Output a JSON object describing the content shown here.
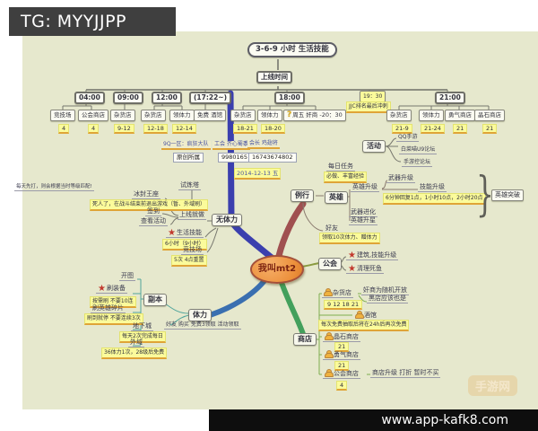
{
  "overlays": {
    "tg_label": "TG: MYYJJPP",
    "site_url": "www.app-kafk8.com",
    "watermark": "手游网"
  },
  "root_label": "我叫mt2",
  "top": {
    "title": "3-6-9 小时 生活技能",
    "online": "上线时间",
    "t0400": {
      "label": "04:00",
      "c": [
        {
          "l": "竞技场",
          "v": "4"
        },
        {
          "l": "公会商店",
          "v": "4"
        }
      ]
    },
    "t0900": {
      "label": "09:00",
      "c": [
        {
          "l": "杂货店",
          "v": "9-12"
        }
      ]
    },
    "t1200": {
      "label": "12:00",
      "c": [
        {
          "l": "杂货店",
          "v": "12-18"
        },
        {
          "l": "领体力",
          "v": "12-14"
        }
      ]
    },
    "t1722": {
      "label": "(17:22~)",
      "c": [
        {
          "l": "免费 酒馆"
        }
      ]
    },
    "t1800": {
      "label": "18:00",
      "c": [
        {
          "l": "杂货店",
          "v": "18-21"
        },
        {
          "l": "领体力",
          "v": "18-20"
        },
        {
          "l": "周五 奸商 -20：30"
        }
      ]
    },
    "t1930": {
      "label": "19：30",
      "c": [
        {
          "l": "JJC排名最后冲刺"
        }
      ]
    },
    "t2100": {
      "label": "21:00",
      "c": [
        {
          "l": "杂货店",
          "v": "21-9"
        },
        {
          "l": "领体力",
          "v": "21-24"
        },
        {
          "l": "勇气商店",
          "v": "21"
        },
        {
          "l": "晶石商店",
          "v": "21"
        }
      ]
    }
  },
  "info": {
    "server_title": "9Q一区：疯狂大队",
    "server_value": "原创所属",
    "guild_title": "工会 齐心蜀黍",
    "guild_value": "9980165",
    "leader_title": "会长 鸡翅将",
    "leader_value": "16743674802",
    "date": "2014-12-13 五"
  },
  "activity": {
    "label": "活动",
    "items": [
      "QQ手游",
      "白菜喵U9论坛",
      "手游控论坛"
    ]
  },
  "daily": {
    "label": "每日任务",
    "note": "必做、丰富经验"
  },
  "routine": {
    "label": "例行",
    "hero": "英雄",
    "hero_up": "英雄升级",
    "weapon_up": "武器升级",
    "skill_up": "技能升级",
    "skill_note": "6分钟回复1点，1小时10点，2小时20点",
    "weapon_evo": "武器进化",
    "hero_star": "英雄升星",
    "friends": "好友",
    "friends_note": "领取10次体力、赠体力",
    "breakthrough": "英雄突破"
  },
  "nostamina": {
    "label": "无体力",
    "login_label": "上线就做",
    "tower": "试炼塔",
    "throne": "冰封王座",
    "throne_note": "死人了，在战斗结束前退出游戏（暂、外域刷）",
    "signin": "签到",
    "check_events": "查看活动",
    "life_skill": "生活技能",
    "life_note": "6小时（9小时）",
    "arena": "竞技场",
    "arena_note": "5次 4点重置",
    "side_note": "每天先打，则会根据当时等级匹配!"
  },
  "stamina": {
    "label": "体力",
    "sources": "好友 购买 免费3领取 活动领取",
    "dungeon": "副本",
    "map": "开图",
    "gear": "刷装备",
    "gear_note": "按需刷 不要10连",
    "shards": "刷英雄碎片",
    "shards_note": "刷到就停 不要连续3次",
    "underground": "地下城",
    "underground_note": "每天2次完成每日",
    "outland": "外域",
    "outland_note": "36体力1次，28级后免费"
  },
  "guild": {
    "label": "公会",
    "build": "建筑,技能升级",
    "fish": "清理死鱼"
  },
  "shop": {
    "label": "商店",
    "grocery": "杂货店",
    "grocery_val": "9 12 18 21",
    "grocery_note1": "奸商为随机开放",
    "grocery_note2": "黑店应该也是",
    "tavern": "酒馆",
    "tavern_note": "每次免费抽取后将在24h后再次免费",
    "crystal": "晶石商店",
    "crystal_val": "21",
    "courage": "勇气商店",
    "courage_val": "21",
    "guildshop": "公会商店",
    "guildshop_val": "4",
    "guildshop_note": "商店升级 打折 暂时不买"
  }
}
